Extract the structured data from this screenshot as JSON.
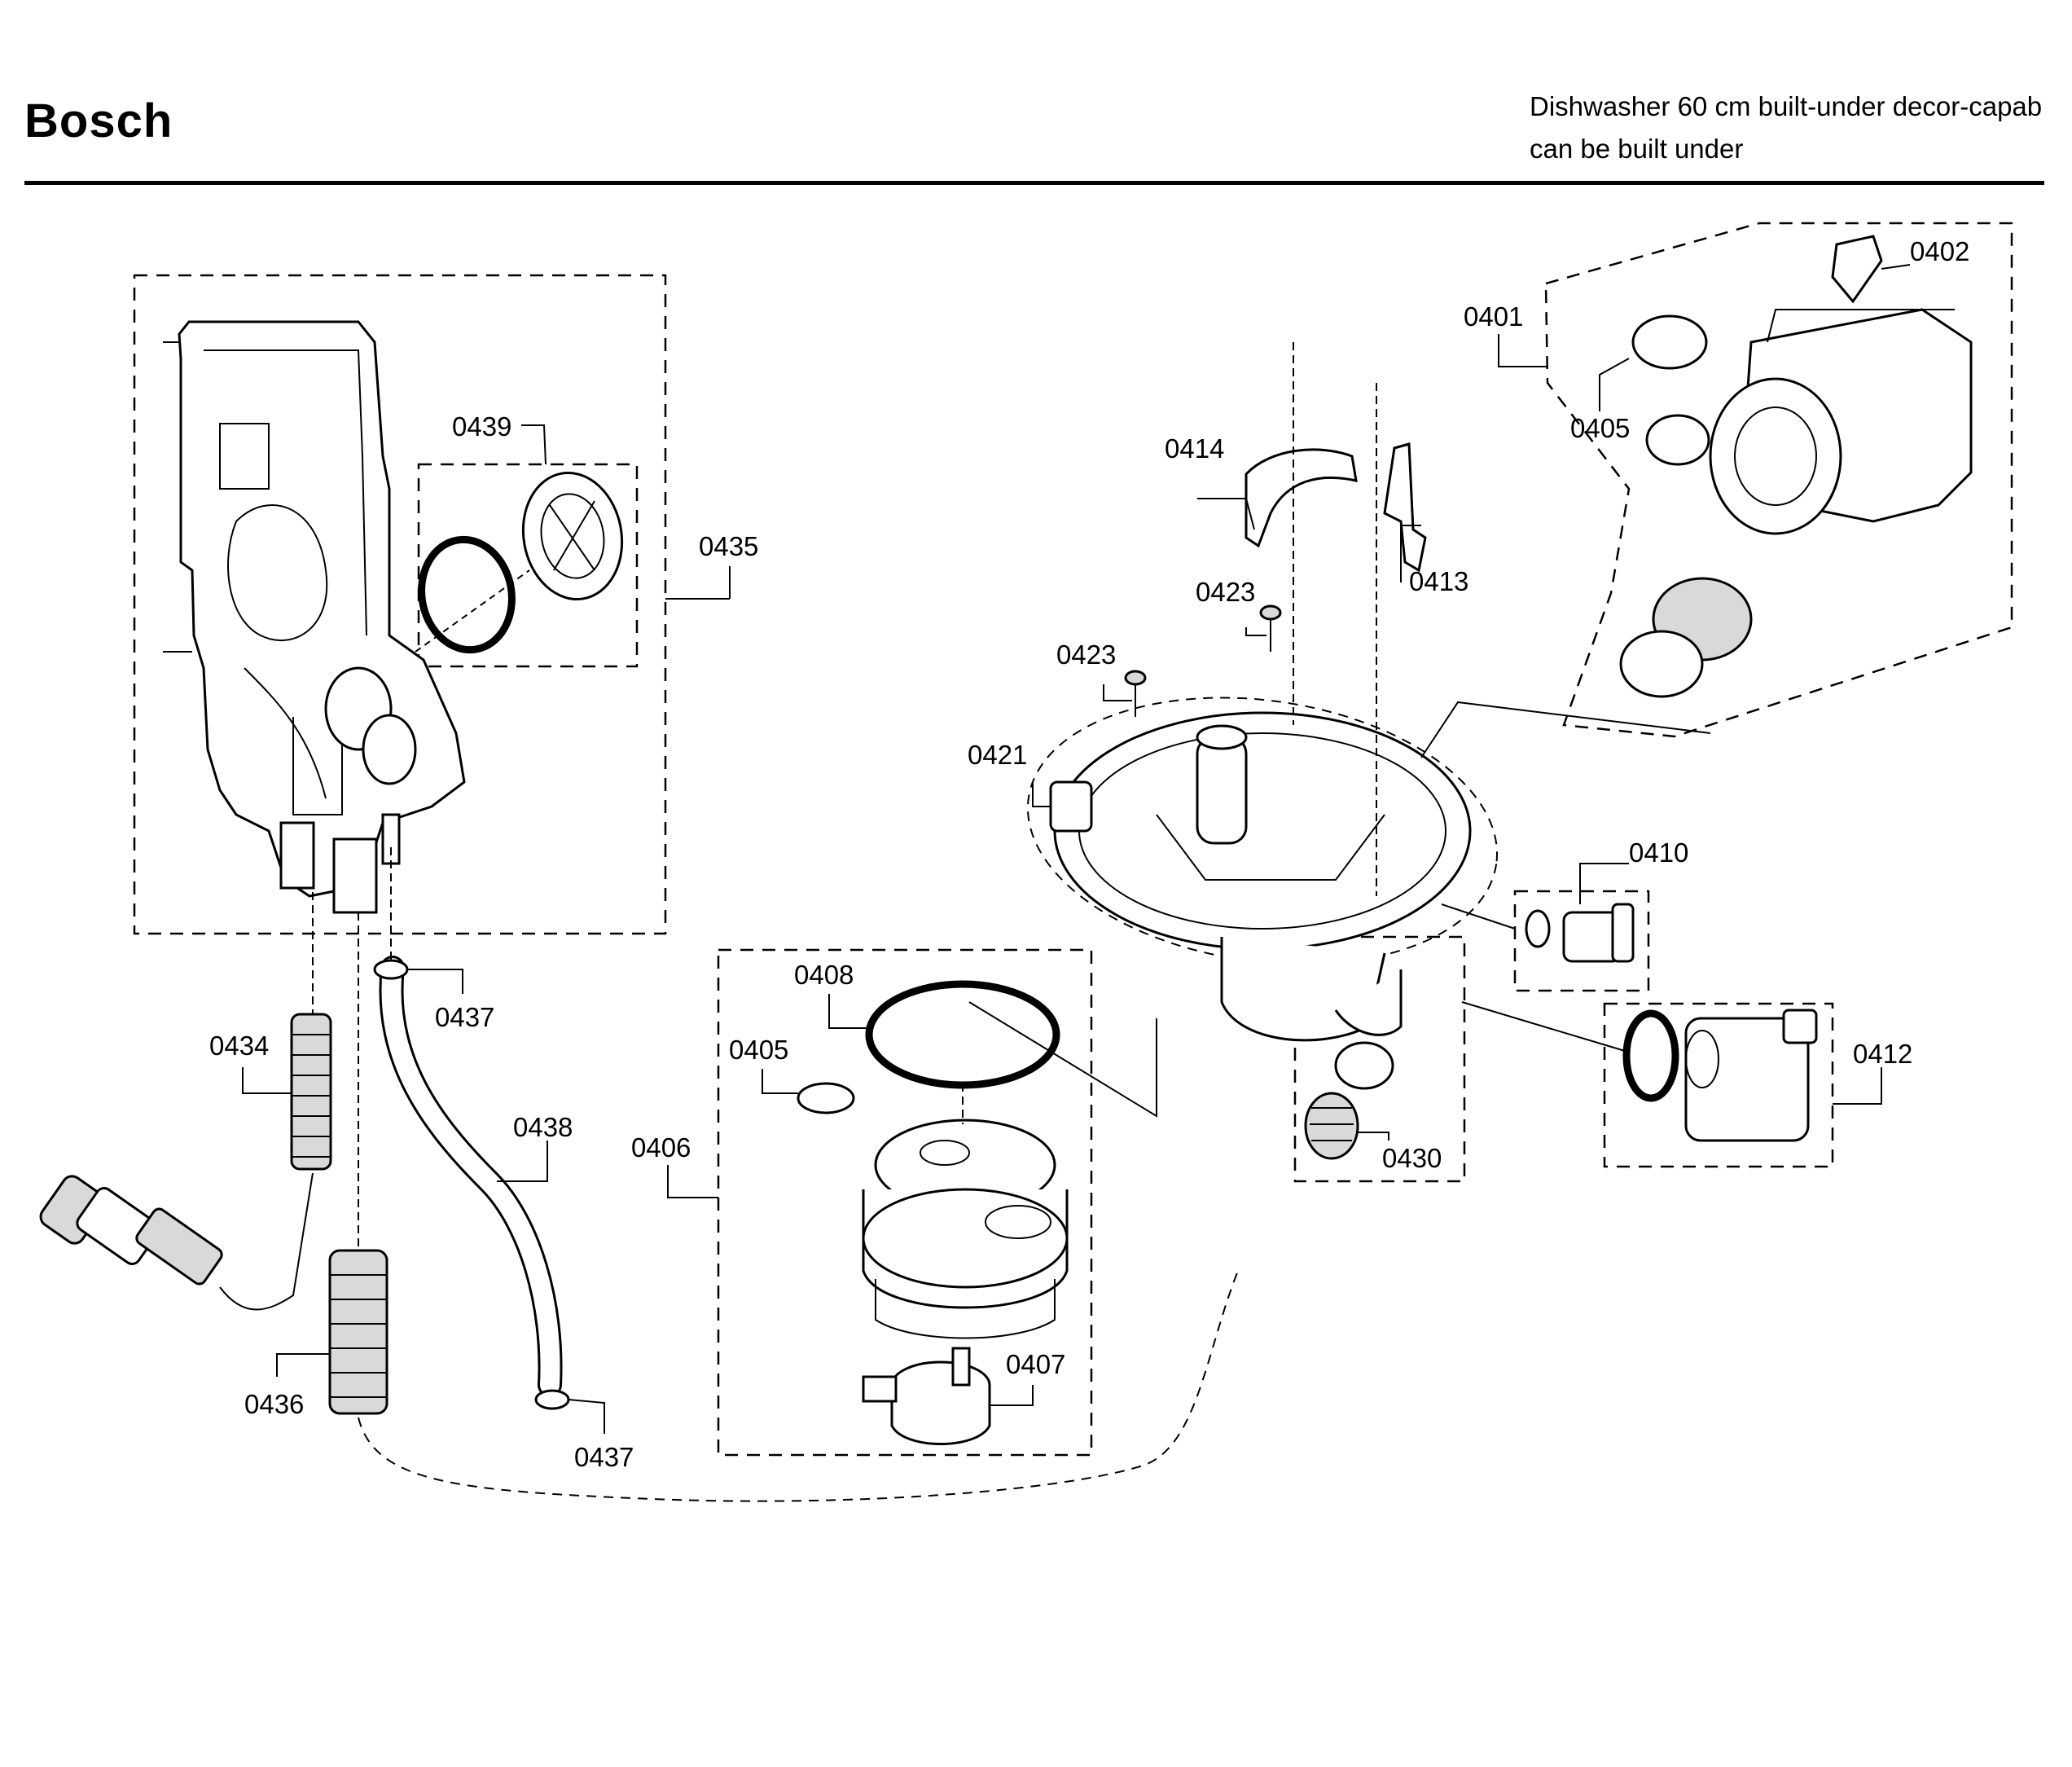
{
  "header": {
    "brand": "Bosch",
    "description_line1": "Dishwasher 60 cm built-under decor-capab",
    "description_line2": "can be built under"
  },
  "callouts": {
    "c0401": "0401",
    "c0402": "0402",
    "c0405a": "0405",
    "c0405b": "0405",
    "c0406": "0406",
    "c0407": "0407",
    "c0408": "0408",
    "c0410": "0410",
    "c0412": "0412",
    "c0413": "0413",
    "c0414": "0414",
    "c0421": "0421",
    "c0423a": "0423",
    "c0423b": "0423",
    "c0430": "0430",
    "c0434": "0434",
    "c0435": "0435",
    "c0436": "0436",
    "c0437a": "0437",
    "c0437b": "0437",
    "c0438": "0438",
    "c0439": "0439"
  }
}
